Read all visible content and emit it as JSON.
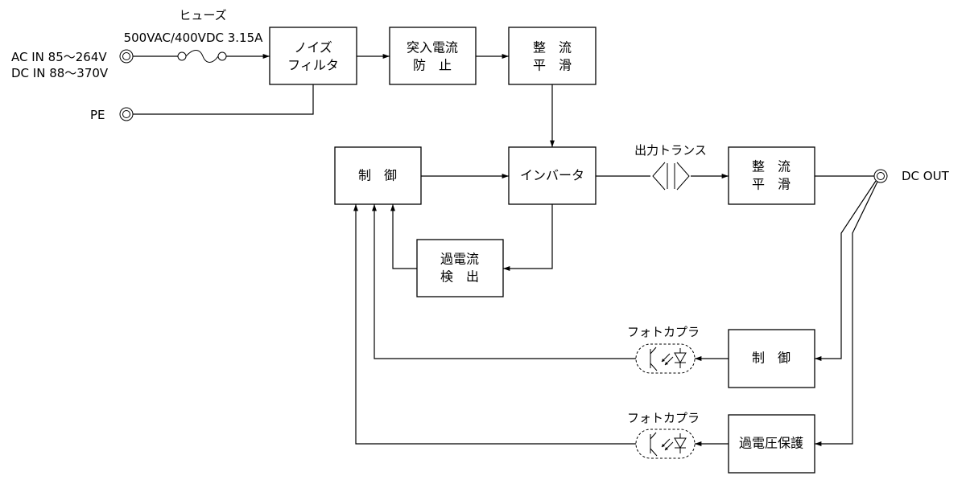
{
  "inputs": {
    "fuse_title": "ヒューズ",
    "fuse_rating": "500VAC/400VDC 3.15A",
    "ac_in": "AC IN 85～264V",
    "dc_in": "DC IN 88～370V",
    "pe": "PE"
  },
  "blocks": {
    "noise_filter": [
      "ノイズ",
      "フィルタ"
    ],
    "inrush": [
      "突入電流",
      "防　止"
    ],
    "rectifier1": [
      "整　流",
      "平　滑"
    ],
    "control_main": "制　御",
    "inverter": "インバータ",
    "transformer_label": "出力トランス",
    "rectifier2": [
      "整　流",
      "平　滑"
    ],
    "overcurrent": [
      "過電流",
      "検　出"
    ],
    "photocoupler1": "フォトカプラ",
    "control_sec": "制　御",
    "photocoupler2": "フォトカプラ",
    "overvoltage": "過電圧保護"
  },
  "outputs": {
    "dc_out": "DC OUT"
  }
}
